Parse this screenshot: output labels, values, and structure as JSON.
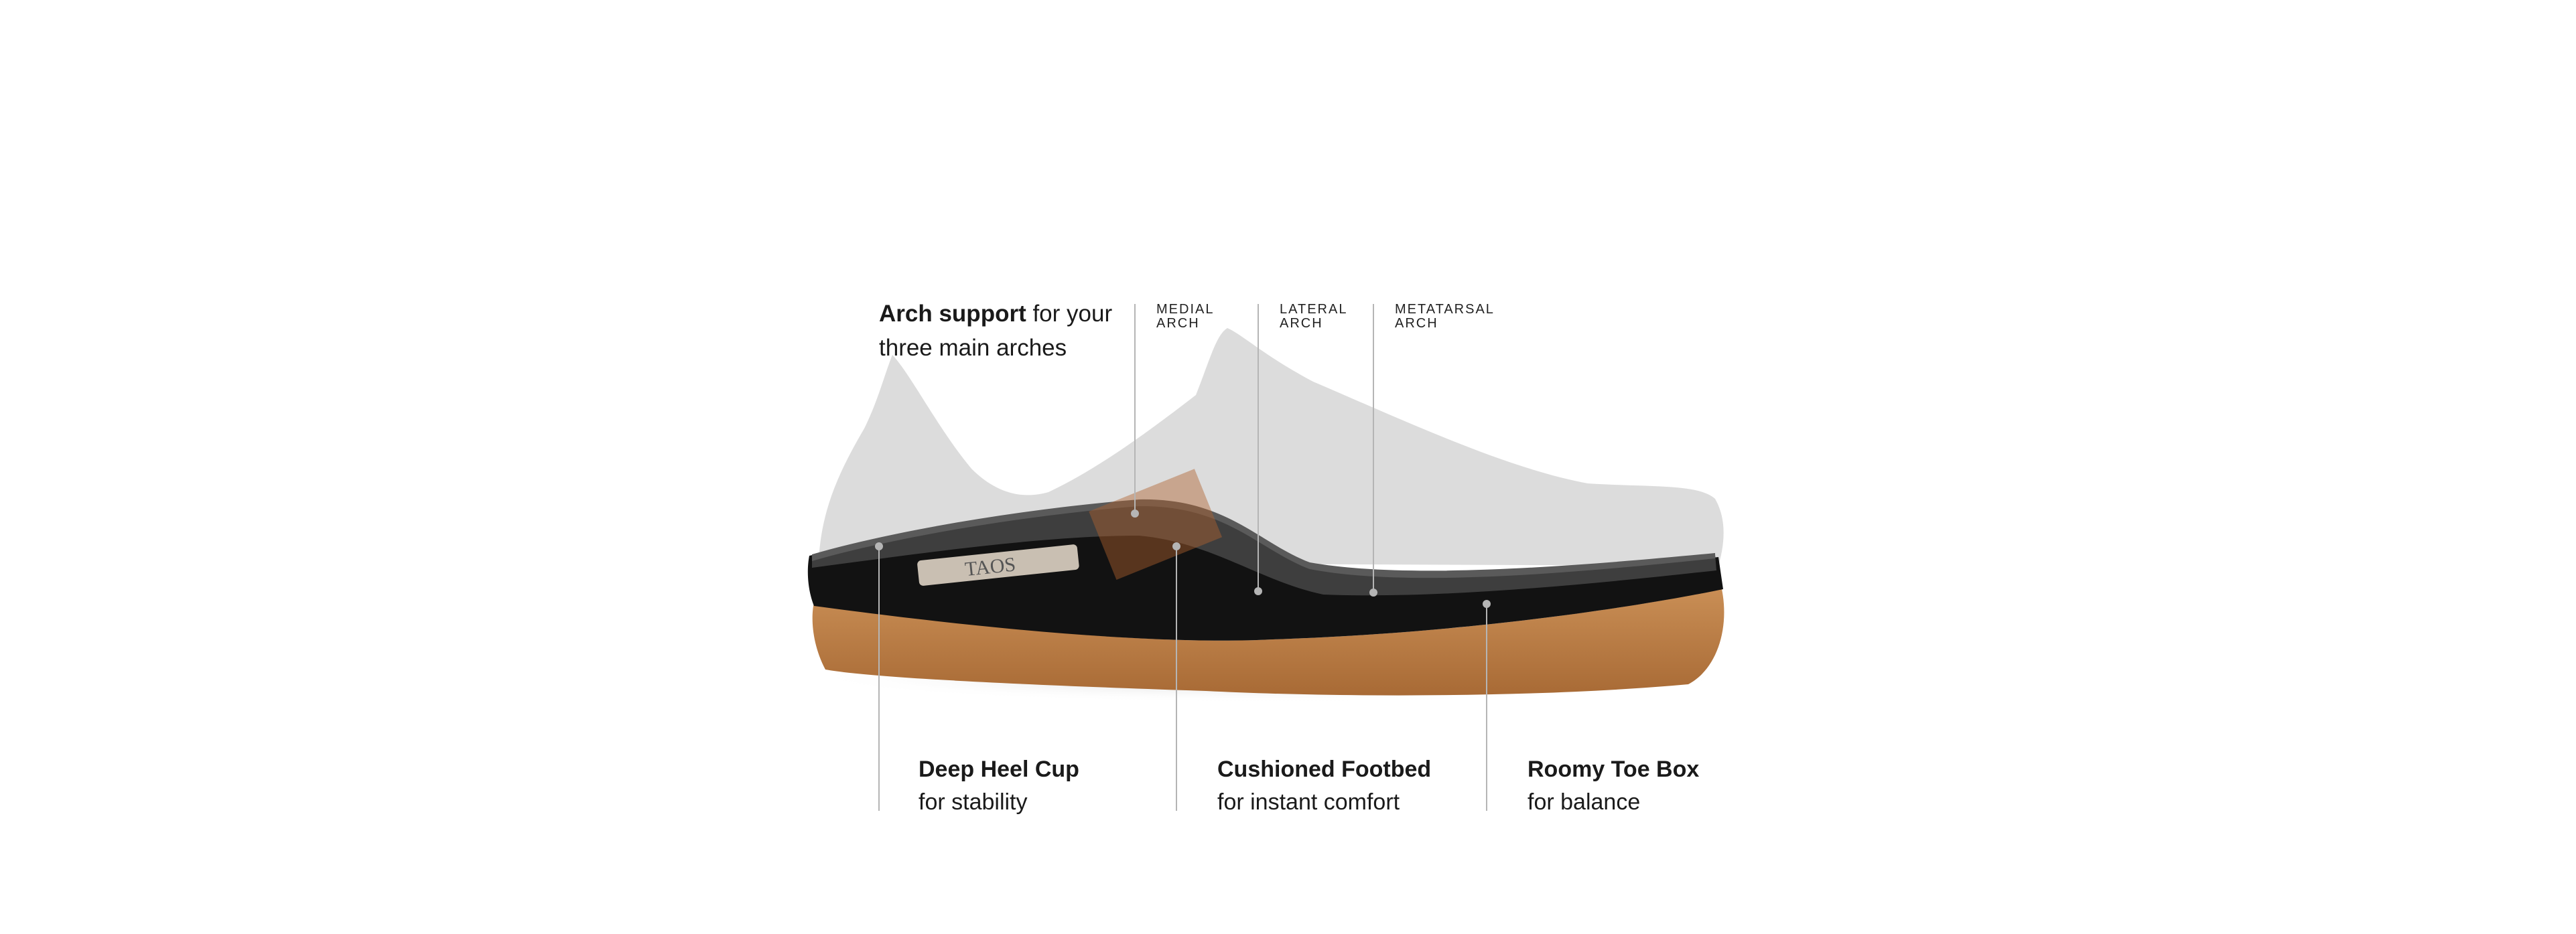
{
  "intro": {
    "bold": "Arch support",
    "rest_line1": " for your",
    "line2": "three main arches"
  },
  "arch_labels": [
    {
      "line1": "MEDIAL",
      "line2": "ARCH"
    },
    {
      "line1": "LATERAL",
      "line2": "ARCH"
    },
    {
      "line1": "METATARSAL",
      "line2": "ARCH"
    }
  ],
  "features": [
    {
      "title": "Deep Heel Cup",
      "subtitle": "for stability"
    },
    {
      "title": "Cushioned Footbed",
      "subtitle": "for instant comfort"
    },
    {
      "title": "Roomy Toe Box",
      "subtitle": "for balance"
    }
  ],
  "brand_logo": "TAOS",
  "colors": {
    "upper": "#d9d9d9",
    "footbed": "#3e3e3e",
    "midsole": "#111111",
    "cork": "#c0834c",
    "line": "#b5b5b5"
  }
}
